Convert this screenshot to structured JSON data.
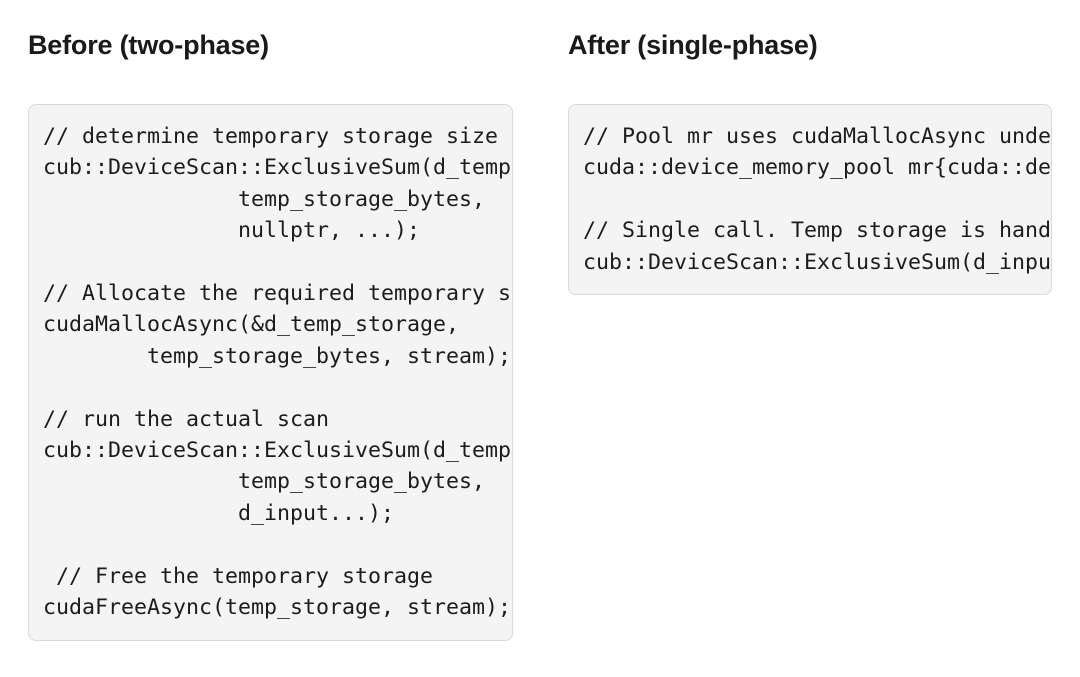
{
  "colors": {
    "page-bg": "#ffffff",
    "heading-text": "#1a1a1a",
    "code-bg": "#f4f4f4",
    "code-border": "#d9d9d9",
    "code-text": "#1c1c1c"
  },
  "panels": {
    "before": {
      "title": "Before (two-phase)",
      "code_lines": [
        "// determine temporary storage size",
        "cub::DeviceScan::ExclusiveSum(d_temp",
        "               temp_storage_bytes,",
        "               nullptr, ...);",
        "",
        "// Allocate the required temporary s",
        "cudaMallocAsync(&d_temp_storage,",
        "        temp_storage_bytes, stream);",
        "",
        "// run the actual scan",
        "cub::DeviceScan::ExclusiveSum(d_temp",
        "               temp_storage_bytes,",
        "               d_input...);",
        "",
        " // Free the temporary storage",
        "cudaFreeAsync(temp_storage, stream);"
      ]
    },
    "after": {
      "title": "After (single-phase)",
      "code_lines": [
        "// Pool mr uses cudaMallocAsync unde",
        "cuda::device_memory_pool mr{cuda::de",
        "",
        "// Single call. Temp storage is hand",
        "cub::DeviceScan::ExclusiveSum(d_inpu"
      ]
    }
  }
}
